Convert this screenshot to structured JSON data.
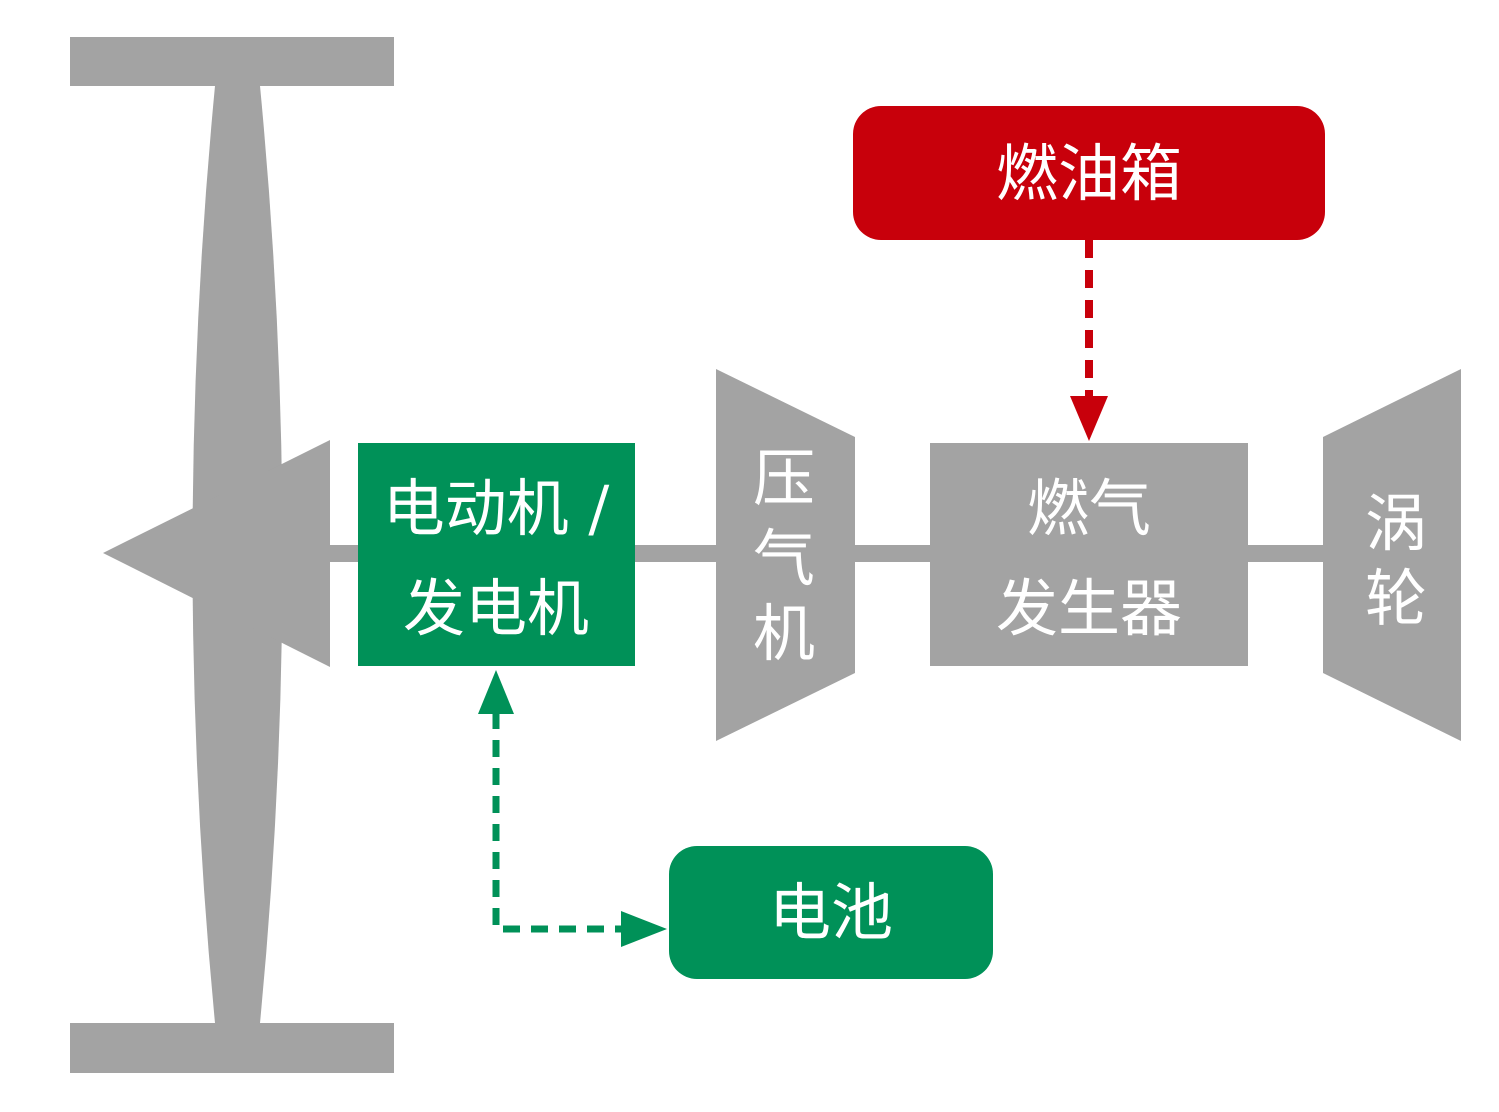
{
  "colors": {
    "gray": "#a3a3a3",
    "green": "#009158",
    "red": "#c8000b",
    "text": "#ffffff"
  },
  "components": {
    "motor": {
      "line1": "电动机 /",
      "line2": "发电机"
    },
    "compressor": {
      "line1": "压",
      "line2": "气",
      "line3": "机"
    },
    "gas_generator": {
      "line1": "燃气",
      "line2": "发生器"
    },
    "turbine": {
      "line1": "涡",
      "line2": "轮"
    },
    "fuel_tank": {
      "label": "燃油箱"
    },
    "battery": {
      "label": "电池"
    }
  },
  "connections": [
    {
      "from": "燃油箱",
      "to": "燃气 发生器",
      "style": "dashed",
      "color": "red"
    },
    {
      "from": "电池",
      "to": "电动机 / 发电机",
      "style": "dashed",
      "color": "green",
      "bidirectional": true
    }
  ]
}
